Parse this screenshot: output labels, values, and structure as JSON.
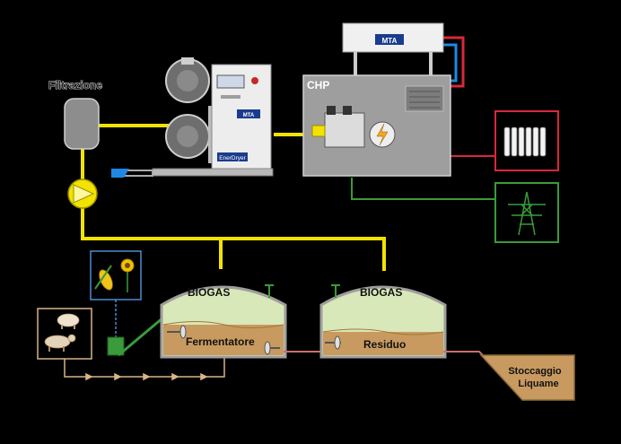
{
  "labels": {
    "filtration": "Filtrazione",
    "chp": "CHP",
    "biogas_left": "BIOGAS",
    "biogas_right": "BIOGAS",
    "fermenter": "Fermentatore",
    "residue": "Residuo",
    "storage_line1": "Stoccaggio",
    "storage_line2": "Liquame",
    "brand_chiller": "MTA",
    "brand_dryer": "MTA",
    "dryer_name": "EnerDryer"
  },
  "colors": {
    "background": "#000000",
    "gas_line": "#f2e200",
    "heat_line": "#d9283a",
    "cool_line": "#1e88e5",
    "power_line": "#3a9b3a",
    "feed_line": "#d8b488",
    "slurry": "#c89a60",
    "dome": "#d8e8b8",
    "equipment": "#9e9e9e"
  },
  "icons": [
    "pump-icon",
    "lightning-icon",
    "radiator-icon",
    "power-pylon-icon",
    "pig-icon",
    "cow-icon",
    "corn-icon",
    "sunflower-icon",
    "agitator-icon",
    "gas-valve-icon"
  ]
}
